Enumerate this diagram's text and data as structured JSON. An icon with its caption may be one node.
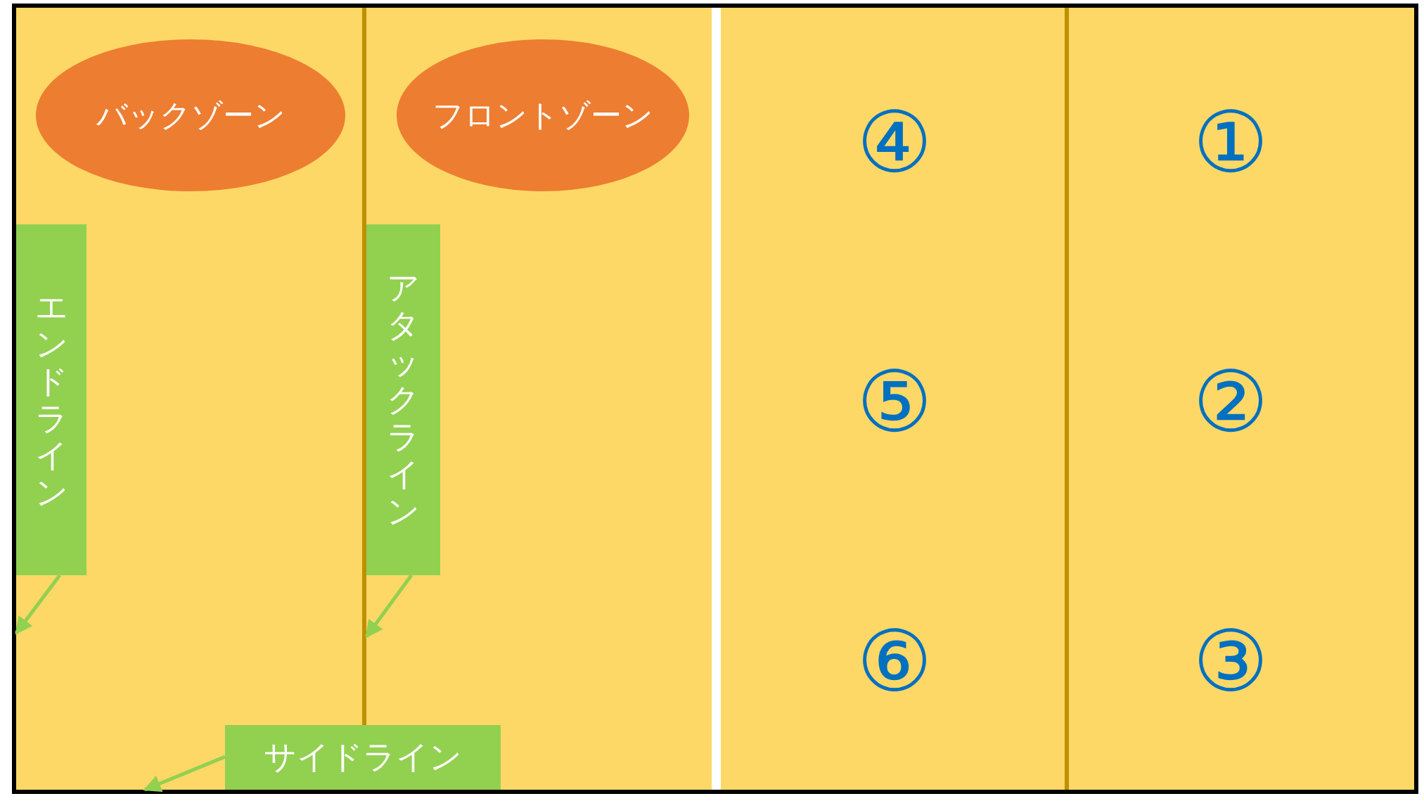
{
  "diagram": {
    "nodes": [
      {
        "text": [
          "バックゾーン"
        ]
      },
      {
        "text": [
          "フロントゾーン"
        ]
      },
      {
        "text": [
          "エンドライン"
        ]
      },
      {
        "text": [
          "アタックライン"
        ]
      },
      {
        "text": [
          "サイドライン"
        ]
      },
      {
        "text": [],
        "shape": "bar"
      },
      {
        "text": [],
        "shape": "bar"
      },
      {
        "text": [],
        "shape": "bar"
      }
    ],
    "edges": [
      {
        "from": 2,
        "to": 5,
        "arrow": "to"
      },
      {
        "from": 3,
        "to": 6,
        "arrow": "to"
      },
      {
        "from": 4,
        "to": 7,
        "arrow": "to"
      }
    ],
    "labels": [
      "④",
      "①",
      "⑤",
      "②",
      "⑥",
      "③"
    ]
  }
}
